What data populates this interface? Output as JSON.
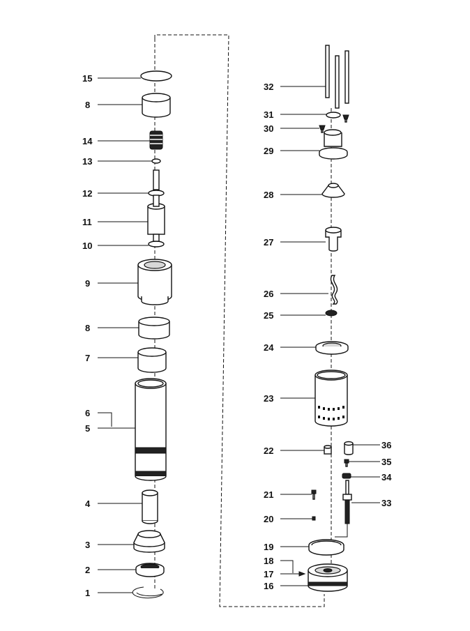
{
  "labels": {
    "p15": "15",
    "p8a": "8",
    "p14": "14",
    "p13": "13",
    "p12": "12",
    "p11": "11",
    "p10": "10",
    "p9": "9",
    "p8b": "8",
    "p7": "7",
    "p6": "6",
    "p5": "5",
    "p4": "4",
    "p3": "3",
    "p2": "2",
    "p1": "1",
    "p32": "32",
    "p31": "31",
    "p30": "30",
    "p29": "29",
    "p28": "28",
    "p27": "27",
    "p26": "26",
    "p25": "25",
    "p24": "24",
    "p23": "23",
    "p22": "22",
    "p21": "21",
    "p20": "20",
    "p19": "19",
    "p18": "18",
    "p17": "17",
    "p16": "16",
    "p36": "36",
    "p35": "35",
    "p34": "34",
    "p33": "33"
  }
}
